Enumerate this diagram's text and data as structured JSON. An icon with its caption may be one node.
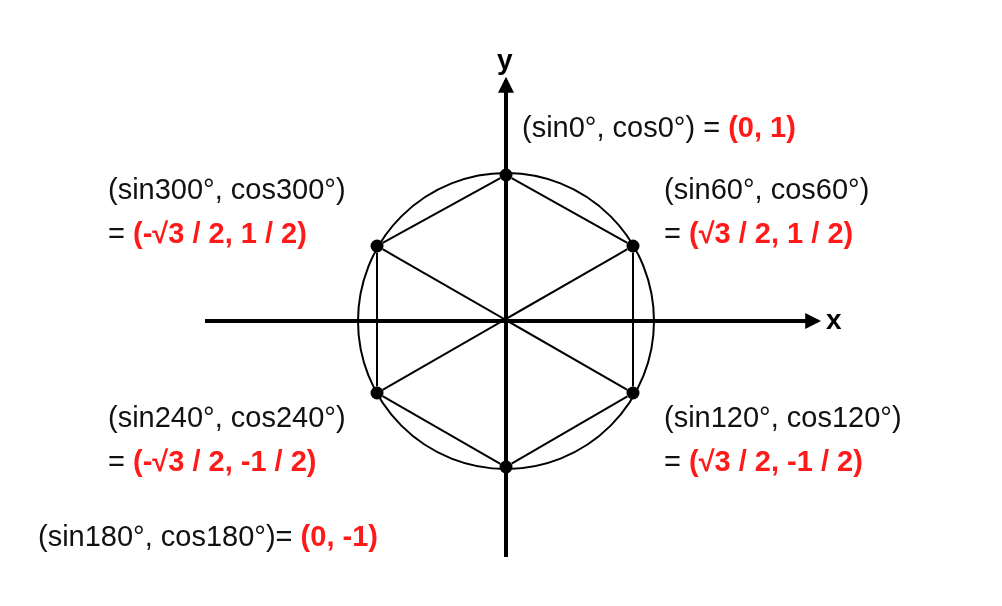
{
  "diagram": {
    "nodes": [
      {
        "text": [],
        "shape": "circle",
        "beside": [
          "(sin0°, cos0°) = **(0, 1)**"
        ]
      },
      {
        "text": [],
        "shape": "circle",
        "beside": [
          "(sin300°, cos300°) = **(-√3 / 2, 1 / 2)**"
        ]
      },
      {
        "text": [],
        "shape": "circle",
        "beside": [
          "(sin60°, cos60°) = **(√3 / 2, 1 / 2)**"
        ]
      },
      {
        "text": [],
        "shape": "circle",
        "beside": [
          "(sin240°, cos240°) = **(-√3 / 2, -1 / 2)**"
        ]
      },
      {
        "text": [],
        "shape": "circle",
        "beside": [
          "(sin120°, cos120°) = **(√3 / 2, -1 / 2)**"
        ]
      },
      {
        "text": [],
        "shape": "circle"
      }
    ],
    "edges": [
      {
        "from": 0,
        "to": 2,
        "arrow": "none"
      },
      {
        "from": 2,
        "to": 4,
        "arrow": "none"
      },
      {
        "from": 4,
        "to": 5,
        "arrow": "none"
      },
      {
        "from": 5,
        "to": 3,
        "arrow": "none"
      },
      {
        "from": 3,
        "to": 1,
        "arrow": "none"
      },
      {
        "from": 1,
        "to": 0,
        "arrow": "none"
      },
      {
        "from": 1,
        "to": 4,
        "arrow": "none"
      },
      {
        "from": 2,
        "to": 3,
        "arrow": "none"
      }
    ],
    "labels": [
      "y",
      "x",
      "(sin180°, cos180°)= **(0, -1)**"
    ]
  }
}
